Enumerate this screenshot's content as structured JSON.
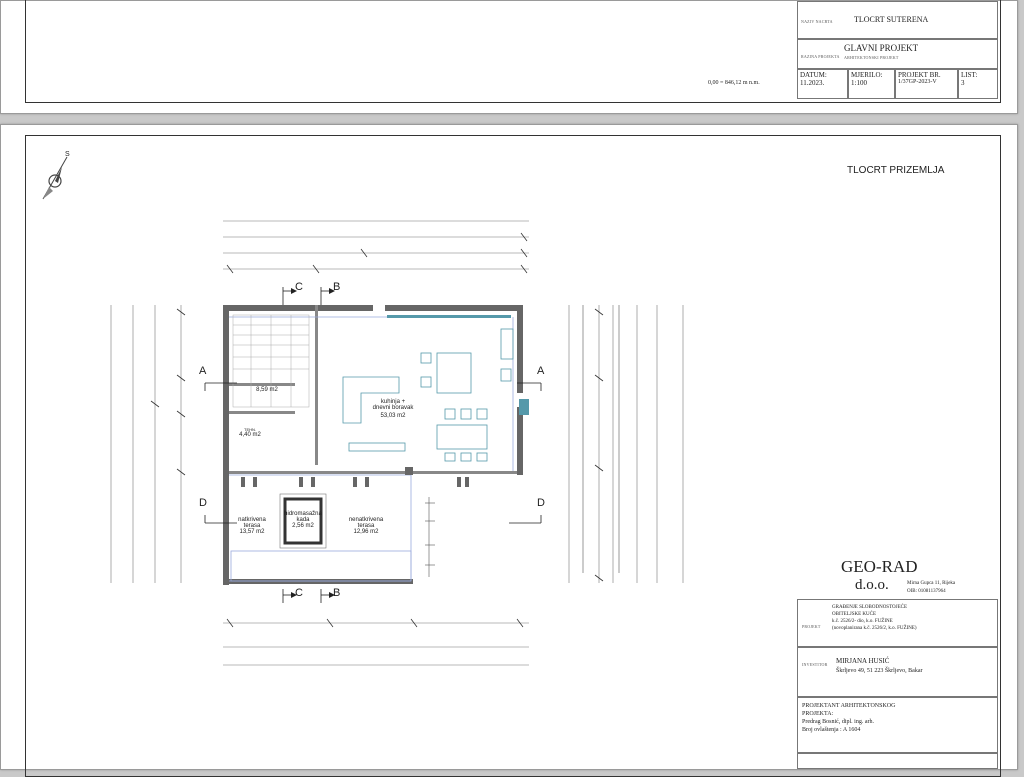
{
  "top_sheet": {
    "title_label": "NAZIV NACRTA",
    "drawing_title": "TLOCRT SUTERENA",
    "phase_label": "RAZINA PROJEKTA",
    "phase_value": "GLAVNI PROJEKT",
    "phase_sub": "ARHITEKTONSKI PROJEKT",
    "elevation_note": "0,00 = 846,12 m n.m.",
    "datum_label": "DATUM:",
    "datum_value": "11.2023.",
    "mjerilo_label": "MJERILO:",
    "mjerilo_value": "1:100",
    "projekt_label": "PROJEKT BR.",
    "projekt_value": "1/37GP-2023-V",
    "list_label": "LIST:",
    "list_value": "3"
  },
  "main_sheet": {
    "north_label": "S",
    "title": "TLOCRT PRIZEMLJA",
    "rooms": {
      "kitchen_name_1": "kuhinja +",
      "kitchen_name_2": "dnevni boravak",
      "kitchen_area": "53,03 m2",
      "stair_area": "8,59 m2",
      "tech_name": "TEHN.",
      "tech_area": "4,40 m2",
      "covered_name_1": "natkrivena",
      "covered_name_2": "terasa",
      "covered_area": "13,57 m2",
      "hydro_name_1": "hidromasažna",
      "hydro_name_2": "kada",
      "hydro_area": "2,56 m2",
      "uncovered_name_1": "nenatkrivena",
      "uncovered_name_2": "terasa",
      "uncovered_area": "12,96 m2"
    },
    "sections": {
      "a": "A",
      "b": "B",
      "c": "C",
      "d": "D"
    },
    "company": {
      "name": "GEO-RAD",
      "suffix": "d.o.o.",
      "address": "Mirna Gupca 11, Rijeka",
      "oib": "OIB: 01081137964"
    },
    "project_block": {
      "label": "PROJEKT",
      "line1": "GRAĐENJE SLOBODNOSTOJEĆE",
      "line2": "OBITELJSKE KUĆE",
      "line3": "k.č. 2526/2- dio, k.o. FUŽINE",
      "line4": "(novoplanirana k.č. 2526/2, k.o. FUŽINE)"
    },
    "investor_block": {
      "label": "INVESTITOR",
      "name": "MIRJANA HUSIĆ",
      "address": "Škrljevo 49, 51 223 Škrljevo, Bakar"
    },
    "designer_block": {
      "line1": "PROJEKTANT ARHITEKTONSKOG",
      "line2": "PROJEKTA:",
      "line3": "Predrag Bosnić, dipl. ing. arh.",
      "line4": "Broj ovlaštenja : A 1604"
    }
  }
}
